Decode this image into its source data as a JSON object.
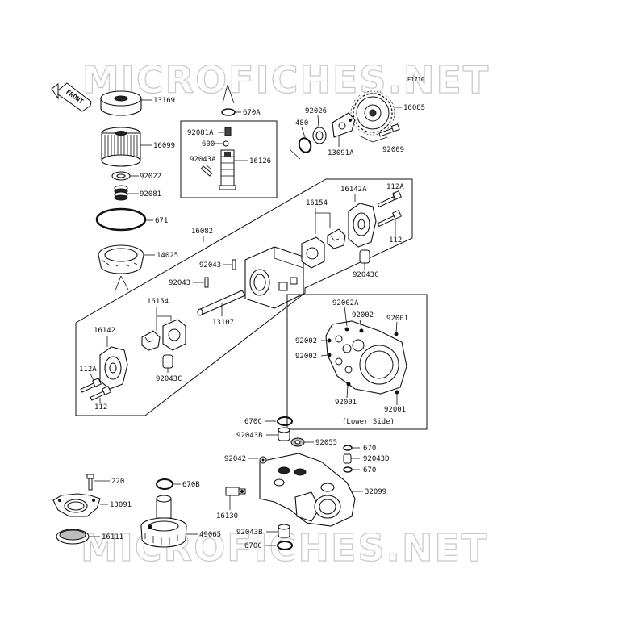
{
  "diagram": {
    "code": "E1710",
    "watermark_top": "MICROFICHES.NET",
    "watermark_bottom": "MICROFICHES.NET",
    "front_label": "FRONT",
    "lower_side_caption": "(Lower Side)"
  },
  "parts": {
    "p13169": "13169",
    "p16099": "16099",
    "p92022": "92022",
    "p92081": "92081",
    "p671": "671",
    "p14025": "14025",
    "p670A": "670A",
    "p92081A": "92081A",
    "p600": "600",
    "p92043A": "92043A",
    "p16126": "16126",
    "p480": "480",
    "p92026": "92026",
    "p13091A": "13091A",
    "p16085": "16085",
    "p92009": "92009",
    "p16082": "16082",
    "p16154a": "16154",
    "p16142A": "16142A",
    "p112A_a": "112A",
    "p112_a": "112",
    "p92043C_a": "92043C",
    "p92043a": "92043",
    "p92043b": "92043",
    "p16154b": "16154",
    "p13107": "13107",
    "p16142": "16142",
    "p112A_b": "112A",
    "p112_b": "112",
    "p92043C_b": "92043C",
    "p92002A": "92002A",
    "p92002a": "92002",
    "p92001a": "92001",
    "p92002b": "92002",
    "p92002c": "92002",
    "p92001b": "92001",
    "p92001c": "92001",
    "p670C_a": "670C",
    "p92043B_a": "92043B",
    "p92055": "92055",
    "p670a": "670",
    "p92043D": "92043D",
    "p670b": "670",
    "p92042": "92042",
    "p32099": "32099",
    "p220": "220",
    "p13091": "13091",
    "p670B": "670B",
    "p16130": "16130",
    "p16111": "16111",
    "p49065": "49065",
    "p92043B_b": "92043B",
    "p670C_b": "670C"
  }
}
